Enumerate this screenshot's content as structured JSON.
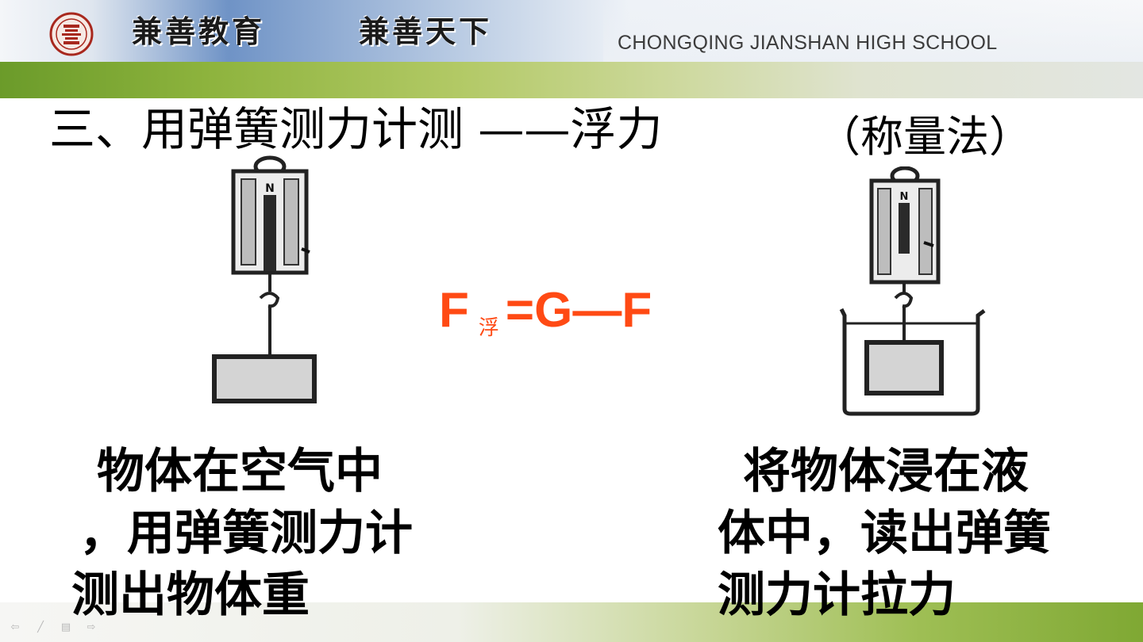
{
  "header": {
    "slogan_1": "兼善教育",
    "slogan_2": "兼善天下",
    "school_name": "CHONGQING JIANSHAN HIGH SCHOOL"
  },
  "slide": {
    "title": "三、用弹簧测力计测 ——浮力",
    "method": "（称量法）",
    "formula": {
      "main_left": "F",
      "subscript": "浮",
      "main_right": "=G—F"
    },
    "left_caption": [
      "物体在空气中",
      "，用弹簧测力计",
      "测出物体重"
    ],
    "right_caption": [
      "将物体浸在液",
      "体中，读出弹簧",
      "测力计拉力"
    ]
  },
  "scale_dial_letter": "N",
  "colors": {
    "formula": "#ff4a14",
    "green_band": "#8db33d",
    "header_blue": "#6f93c6"
  },
  "nav_icons": [
    "arrow-left-icon",
    "pen-icon",
    "menu-icon",
    "arrow-right-icon"
  ]
}
